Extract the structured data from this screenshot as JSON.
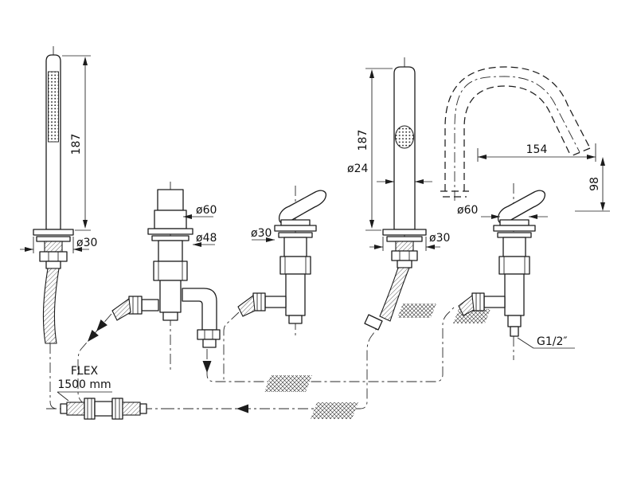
{
  "labels": {
    "hand_shower_height": "187",
    "hand_shower_base": "ø30",
    "diverter_cap": "ø60",
    "diverter_base": "ø48",
    "handle_left_base": "ø30",
    "column_height": "187",
    "column_diameter": "ø24",
    "column_base": "ø30",
    "spout_reach": "154",
    "spout_height": "98",
    "handle_right_cap": "ø60",
    "thread": "G1/2″",
    "flex_line1": "FLEX",
    "flex_line2": "1500 mm"
  }
}
